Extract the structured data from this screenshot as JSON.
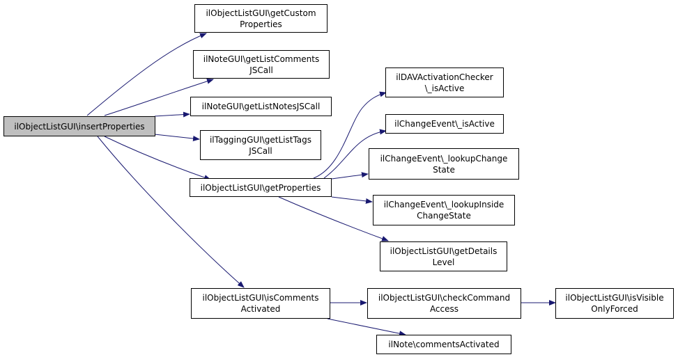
{
  "graph": {
    "edge_color": "#191970",
    "nodes": {
      "insertProperties": "ilObjectListGUI\\insertProperties",
      "getCustomProperties": "ilObjectListGUI\\getCustom\nProperties",
      "getListCommentsJSCall": "ilNoteGUI\\getListComments\nJSCall",
      "getListNotesJSCall": "ilNoteGUI\\getListNotesJSCall",
      "getListTagsJSCall": "ilTaggingGUI\\getListTags\nJSCall",
      "getProperties": "ilObjectListGUI\\getProperties",
      "isCommentsActivated": "ilObjectListGUI\\isComments\nActivated",
      "davIsActive": "ilDAVActivationChecker\n\\_isActive",
      "changeEventIsActive": "ilChangeEvent\\_isActive",
      "lookupChangeState": "ilChangeEvent\\_lookupChange\nState",
      "lookupInsideChangeState": "ilChangeEvent\\_lookupInside\nChangeState",
      "getDetailsLevel": "ilObjectListGUI\\getDetails\nLevel",
      "checkCommandAccess": "ilObjectListGUI\\checkCommand\nAccess",
      "isVisibleOnlyForced": "ilObjectListGUI\\isVisible\nOnlyForced",
      "commentsActivated": "ilNote\\commentsActivated"
    }
  }
}
